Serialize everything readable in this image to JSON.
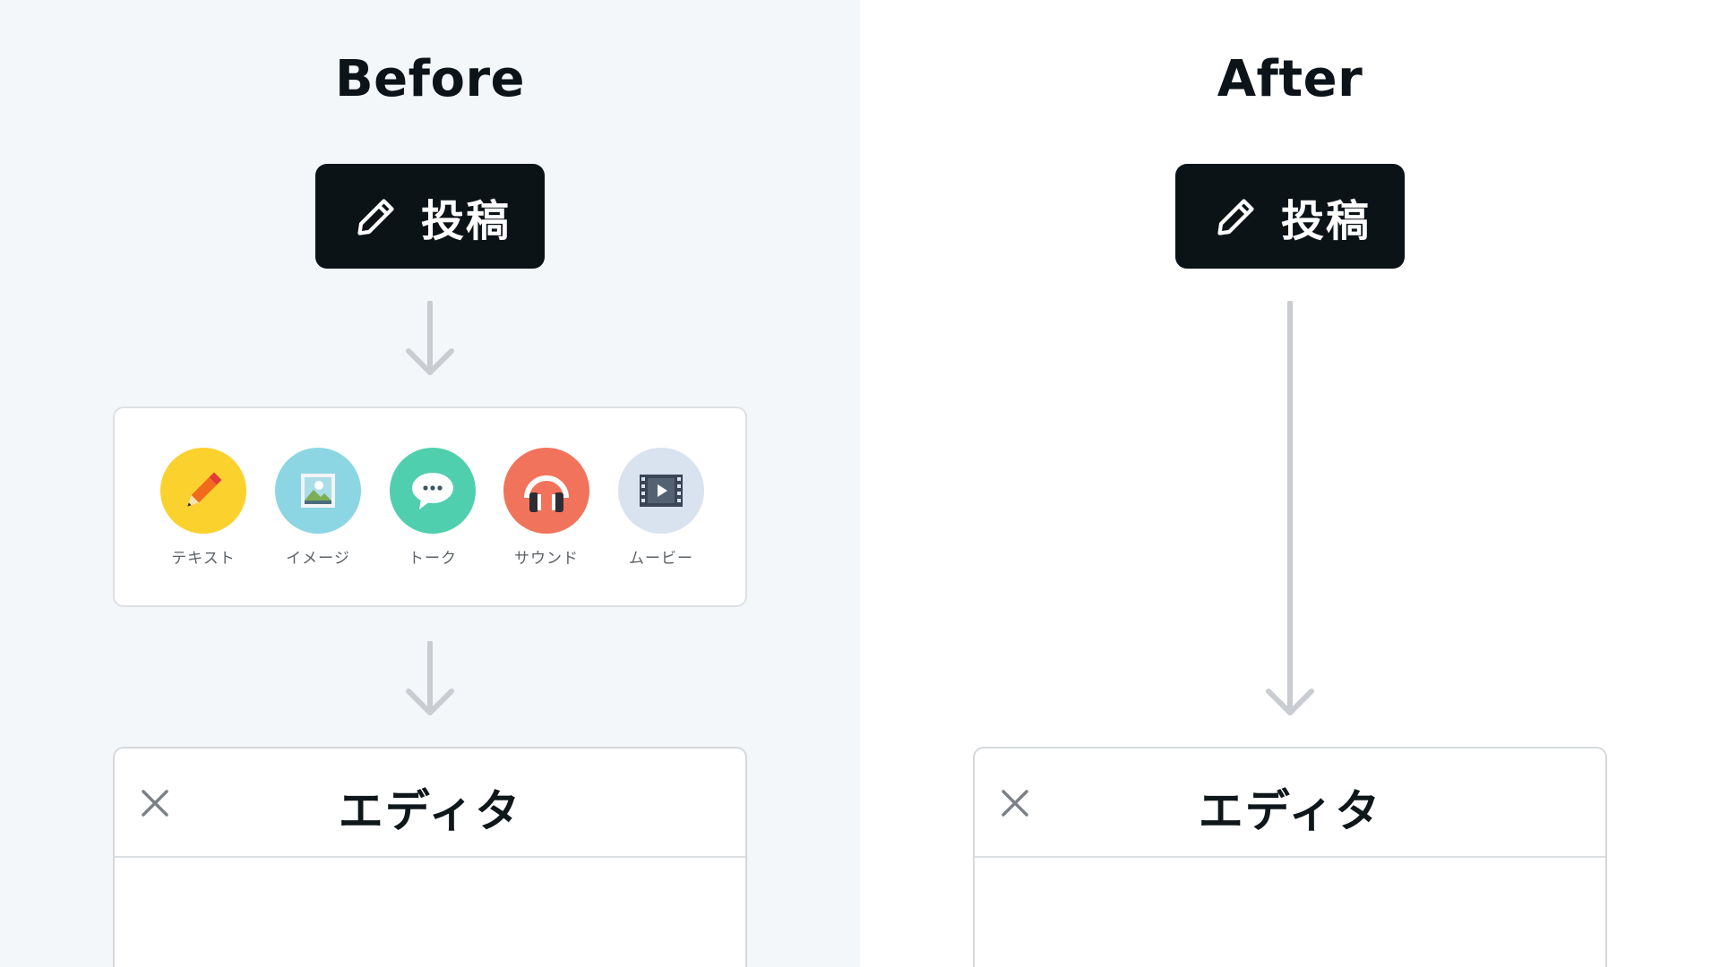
{
  "before": {
    "heading": "Before",
    "post_button_label": "投稿",
    "menu_items": [
      {
        "label": "テキスト",
        "icon": "pencil-icon",
        "color": "#fbd12e"
      },
      {
        "label": "イメージ",
        "icon": "image-icon",
        "color": "#8cd6e4"
      },
      {
        "label": "トーク",
        "icon": "speech-bubble-icon",
        "color": "#4fcfad"
      },
      {
        "label": "サウンド",
        "icon": "headphones-icon",
        "color": "#f2735b"
      },
      {
        "label": "ムービー",
        "icon": "film-icon",
        "color": "#d9e2ef"
      }
    ],
    "editor_title": "エディタ"
  },
  "after": {
    "heading": "After",
    "post_button_label": "投稿",
    "editor_title": "エディタ"
  },
  "colors": {
    "button_bg": "#0b1317",
    "arrow": "#c9cdd1",
    "before_bg": "#f4f7fa",
    "after_bg": "#ffffff"
  }
}
